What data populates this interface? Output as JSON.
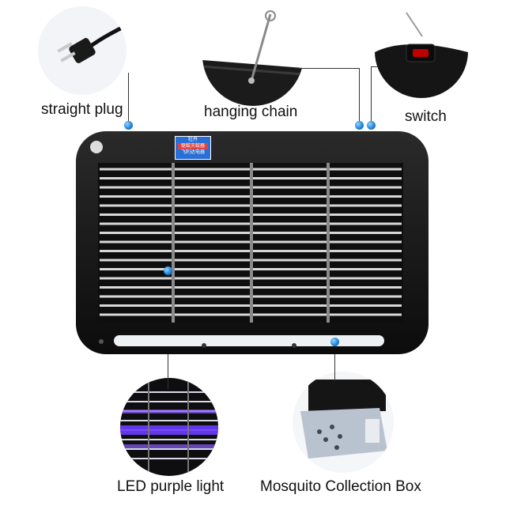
{
  "callouts": {
    "plug": "straight plug",
    "chain": "hanging chain",
    "switch": "switch",
    "led": "LED purple light",
    "box": "Mosquito Collection Box"
  },
  "device": {
    "badge_title": "驱蚊灭蚊器",
    "badge_sub": "飞利达电器",
    "badge_top": "牡丹"
  },
  "colors": {
    "body": "#141414",
    "frame": "#1d1d1d",
    "accent_blue": "#1b7fd6",
    "led_purple": "#6a3cff",
    "box_grey": "#b9c3cf"
  }
}
